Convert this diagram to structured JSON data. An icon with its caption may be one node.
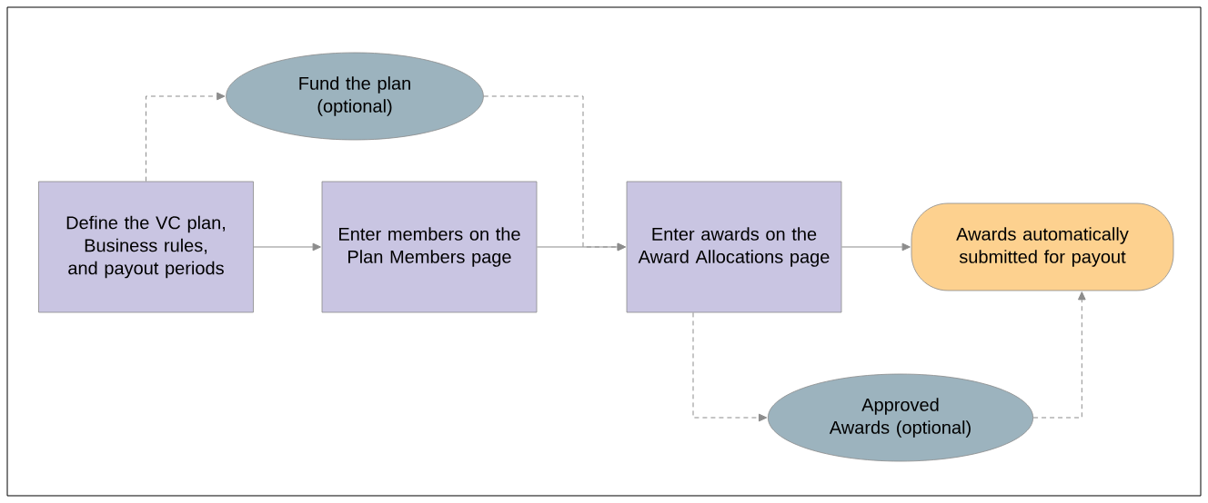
{
  "diagram": {
    "nodes": [
      {
        "text": [
          "Define the VC plan, Business rules, and payout periods"
        ]
      },
      {
        "text": [
          "Fund the plan (optional)"
        ]
      },
      {
        "text": [
          "Enter members on the Plan Members page"
        ]
      },
      {
        "text": [
          "Enter awards on the Award Allocations page"
        ]
      },
      {
        "text": [
          "Awards automatically submitted for payout"
        ]
      },
      {
        "text": [
          "Approved Awards (optional)"
        ]
      }
    ],
    "edges": [
      {
        "from": 0,
        "to": 1,
        "arrow": "to",
        "style": "dashed"
      },
      {
        "from": 0,
        "to": 2,
        "arrow": "to"
      },
      {
        "from": 1,
        "to": 3,
        "arrow": "to",
        "style": "dashed"
      },
      {
        "from": 2,
        "to": 3,
        "arrow": "to"
      },
      {
        "from": 3,
        "to": 4,
        "arrow": "to"
      },
      {
        "from": 3,
        "to": 5,
        "arrow": "to",
        "style": "dashed"
      },
      {
        "from": 5,
        "to": 4,
        "arrow": "to",
        "style": "dashed"
      }
    ]
  }
}
